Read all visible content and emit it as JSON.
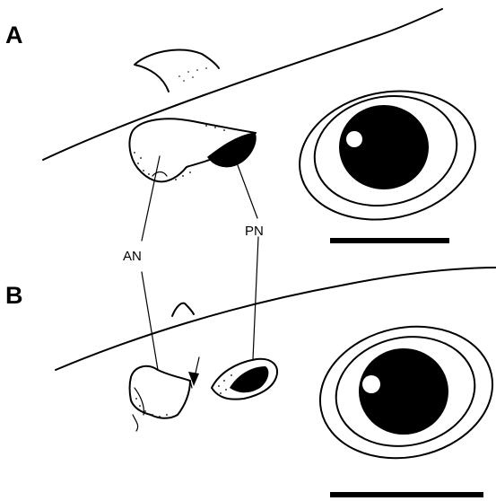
{
  "panels": [
    {
      "label": "A"
    },
    {
      "label": "B"
    }
  ],
  "callouts": {
    "anterior_nostril": "AN",
    "posterior_nostril": "PN"
  }
}
